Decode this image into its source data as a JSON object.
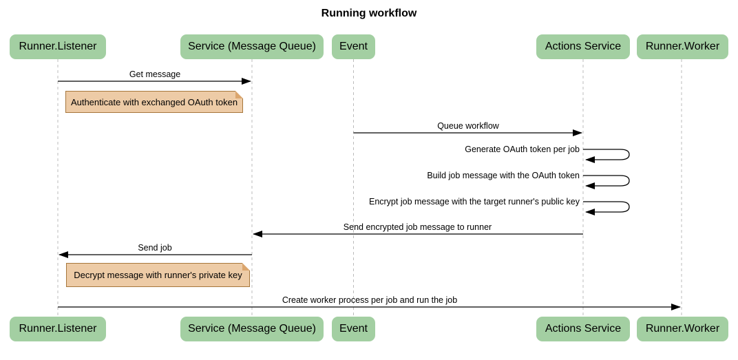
{
  "title": "Running workflow",
  "actors": [
    {
      "label": "Runner.Listener"
    },
    {
      "label": "Service (Message Queue)"
    },
    {
      "label": "Event"
    },
    {
      "label": "Actions Service"
    },
    {
      "label": "Runner.Worker"
    }
  ],
  "messages": [
    {
      "type": "arrow",
      "from": "Runner.Listener",
      "to": "Service (Message Queue)",
      "label": "Get message"
    },
    {
      "type": "note",
      "over": "Runner.Listener",
      "label": "Authenticate with exchanged OAuth token"
    },
    {
      "type": "arrow",
      "from": "Event",
      "to": "Actions Service",
      "label": "Queue workflow"
    },
    {
      "type": "self",
      "actor": "Actions Service",
      "label": "Generate OAuth token per job"
    },
    {
      "type": "self",
      "actor": "Actions Service",
      "label": "Build job message with the OAuth token"
    },
    {
      "type": "self",
      "actor": "Actions Service",
      "label": "Encrypt job message with the target runner's public key"
    },
    {
      "type": "arrow",
      "from": "Actions Service",
      "to": "Service (Message Queue)",
      "label": "Send encrypted job message to runner"
    },
    {
      "type": "arrow",
      "from": "Service (Message Queue)",
      "to": "Runner.Listener",
      "label": "Send job"
    },
    {
      "type": "note",
      "over": "Runner.Listener",
      "label": "Decrypt message with runner's private key"
    },
    {
      "type": "arrow",
      "from": "Runner.Listener",
      "to": "Runner.Worker",
      "label": "Create worker process per job and run the job"
    }
  ],
  "colors": {
    "actor_fill": "#a3cfa2",
    "note_fill": "#edcba6",
    "note_border": "#a6763b",
    "lifeline": "#bbbbbb",
    "arrow": "#000000",
    "text": "#000000",
    "background": "#ffffff"
  }
}
